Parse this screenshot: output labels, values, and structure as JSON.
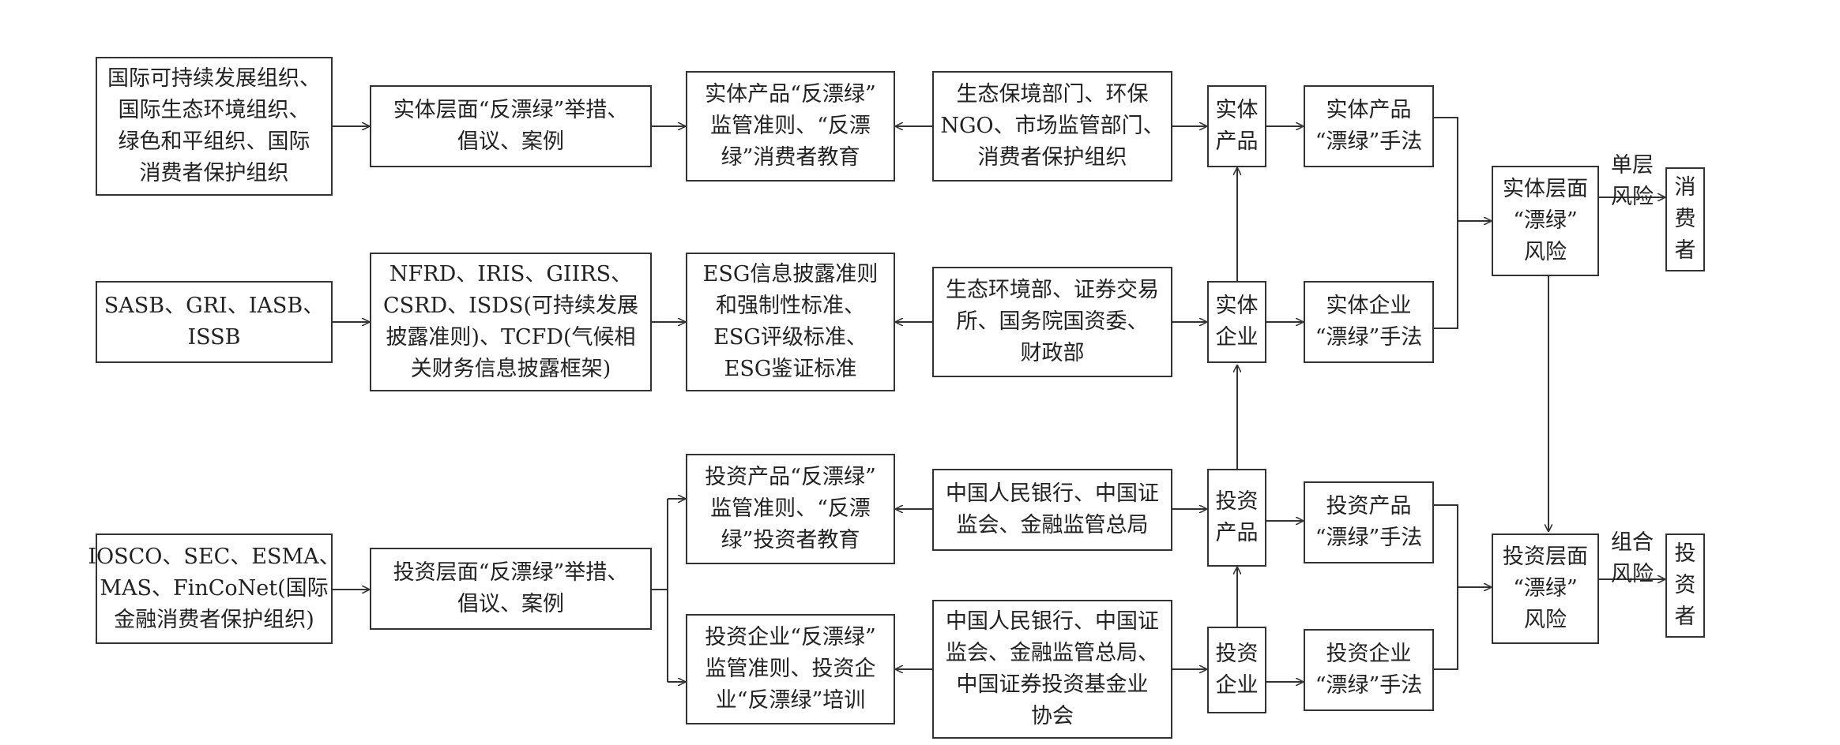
{
  "nodes": {
    "intl_orgs_1": [
      "国际可持续发展组织、",
      "国际生态环境组织、",
      "绿色和平组织、国际",
      "消费者保护组织"
    ],
    "entity_measures": [
      "实体层面“反漂绿”举措、",
      "倡议、案例"
    ],
    "entity_product_rules": [
      "实体产品“反漂绿”",
      "监管准则、“反漂",
      "绿”消费者教育"
    ],
    "eco_env_dept": [
      "生态保境部门、环保",
      "NGO、市场监管部门、",
      "消费者保护组织"
    ],
    "entity_product": [
      "实体",
      "产品"
    ],
    "entity_product_means": [
      "实体产品",
      "“漂绿”手法"
    ],
    "standards_orgs": [
      "SASB、GRI、IASB、",
      "ISSB"
    ],
    "frameworks": [
      "NFRD、IRIS、GIIRS、",
      "CSRD、ISDS(可持续发展",
      "披露准则)、TCFD(气候相",
      "关财务信息披露框架)"
    ],
    "esg_standards": [
      "ESG信息披露准则",
      "和强制性标准、",
      "ESG评级标准、",
      "ESG鉴证标准"
    ],
    "gov_depts": [
      "生态环境部、证券交易",
      "所、国务院国资委、",
      "财政部"
    ],
    "entity_enterprise": [
      "实体",
      "企业"
    ],
    "entity_enterprise_means": [
      "实体企业",
      "“漂绿”手法"
    ],
    "entity_risk": [
      "实体层面",
      "“漂绿”",
      "风险"
    ],
    "consumer": [
      "消",
      "费",
      "者"
    ],
    "intl_orgs_2": [
      "IOSCO、SEC、ESMA、",
      "MAS、FinCoNet(国际",
      "金融消费者保护组织)"
    ],
    "invest_measures": [
      "投资层面“反漂绿”举措、",
      "倡议、案例"
    ],
    "invest_product_rules": [
      "投资产品“反漂绿”",
      "监管准则、“反漂",
      "绿”投资者教育"
    ],
    "invest_enterprise_rules": [
      "投资企业“反漂绿”",
      "监管准则、投资企",
      "业“反漂绿”培训"
    ],
    "regulators_1": [
      "中国人民银行、中国证",
      "监会、金融监管总局"
    ],
    "regulators_2": [
      "中国人民银行、中国证",
      "监会、金融监管总局、",
      "中国证券投资基金业",
      "协会"
    ],
    "invest_product": [
      "投资",
      "产品"
    ],
    "invest_enterprise": [
      "投资",
      "企业"
    ],
    "invest_product_means": [
      "投资产品",
      "“漂绿”手法"
    ],
    "invest_enterprise_means": [
      "投资企业",
      "“漂绿”手法"
    ],
    "invest_risk": [
      "投资层面",
      "“漂绿”",
      "风险"
    ],
    "investor": [
      "投",
      "资",
      "者"
    ]
  },
  "edge_labels": {
    "single_risk": [
      "单层",
      "风险"
    ],
    "combined_risk": [
      "组合",
      "风险"
    ]
  }
}
